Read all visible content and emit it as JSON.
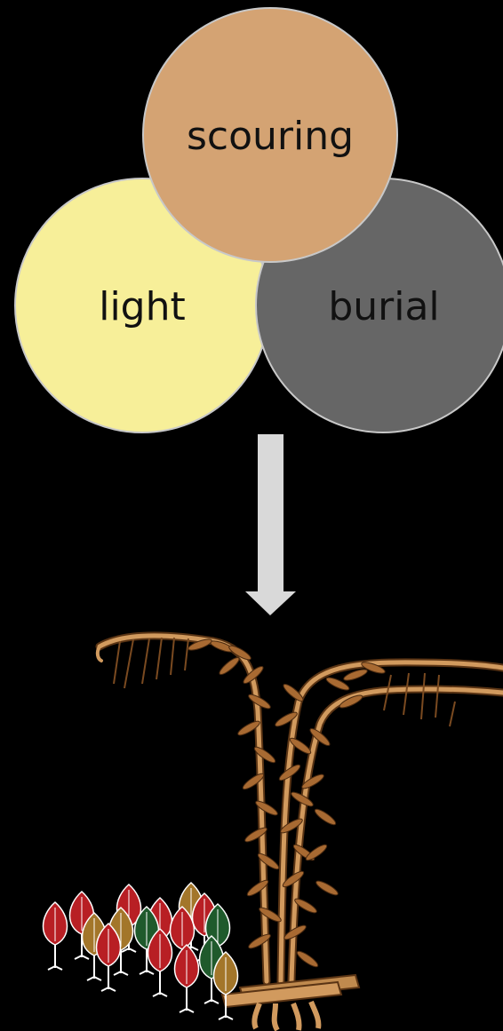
{
  "venn": {
    "circles": [
      {
        "id": "scouring",
        "label": "scouring",
        "color": "#d4a373"
      },
      {
        "id": "light",
        "label": "light",
        "color": "#f7ef99"
      },
      {
        "id": "burial",
        "label": "burial",
        "color": "#666666"
      }
    ],
    "outline_color": "#c8c8c8"
  },
  "arrow": {
    "color": "#d9d9d9"
  },
  "plant": {
    "stem_color": "#d19a5e",
    "stem_outline": "#5a3414"
  },
  "seedlings": {
    "colors": {
      "red": "#b81f24",
      "olive": "#a3762a",
      "green": "#1f5a2c"
    }
  }
}
